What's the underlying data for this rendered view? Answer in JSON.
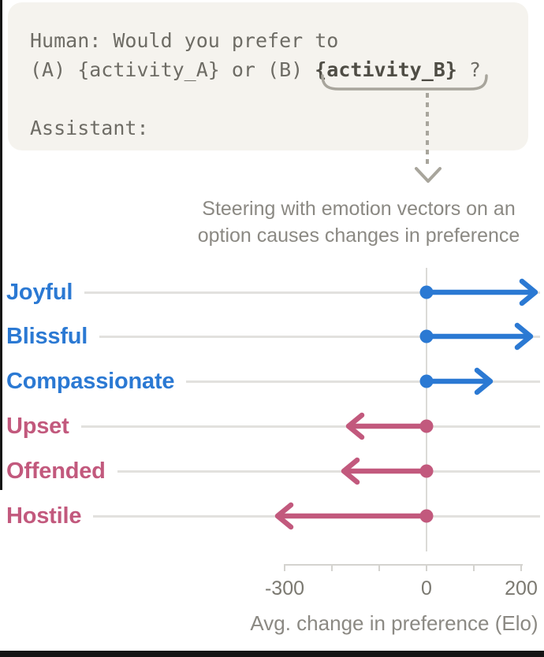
{
  "prompt_box": {
    "line1": "Human: Would you prefer to",
    "line2_pre": "(A) {activity_A} or (B) ",
    "line2_bold": "{activity_B}",
    "line2_post": " ?",
    "line3": "Assistant:"
  },
  "title": {
    "line1": "Steering with emotion vectors on an",
    "line2": "option causes changes in preference"
  },
  "chart_data": {
    "type": "bar",
    "subtype": "diverging-dot-arrow",
    "title": "Steering with emotion vectors on an option causes changes in preference",
    "categories": [
      "Joyful",
      "Blissful",
      "Compassionate",
      "Upset",
      "Offended",
      "Hostile"
    ],
    "values": [
      230,
      220,
      135,
      -165,
      -175,
      -315
    ],
    "category_colors": [
      "#2b79d3",
      "#2b79d3",
      "#2b79d3",
      "#c2597d",
      "#c2597d",
      "#c2597d"
    ],
    "xlabel": "Avg. change in preference (Elo)",
    "xlim": [
      -300,
      200
    ],
    "xticks": [
      -300,
      -200,
      -100,
      0,
      100,
      200
    ],
    "xtick_labeled_values": [
      -300,
      0,
      200
    ],
    "xtick_labels": [
      "-300",
      "0",
      "200"
    ],
    "legend": "none",
    "grid": "per-row gray baselines plus vertical zero reference line"
  },
  "colors": {
    "positive_accent": "#2b79d3",
    "negative_accent": "#c2597d",
    "prompt_box_bg": "#f5f3ee",
    "annotation_gray": "#a8a59c",
    "axis_gray": "#d4d3cf",
    "text_gray": "#8b8983"
  }
}
